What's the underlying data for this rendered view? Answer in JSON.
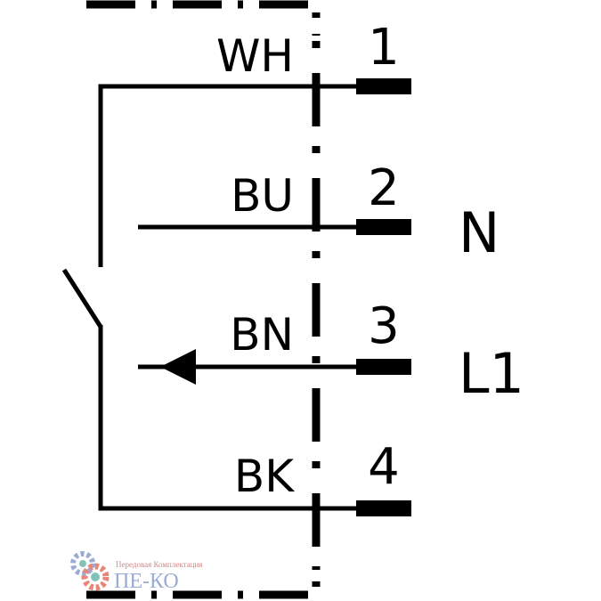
{
  "wires": [
    {
      "label": "WH",
      "pin": "1"
    },
    {
      "label": "BU",
      "pin": "2"
    },
    {
      "label": "BN",
      "pin": "3"
    },
    {
      "label": "BK",
      "pin": "4"
    }
  ],
  "side_labels": {
    "n": "N",
    "l1": "L1"
  },
  "logo": {
    "tagline": "Передовая Комплектация",
    "name": "ПЕ-КО"
  }
}
